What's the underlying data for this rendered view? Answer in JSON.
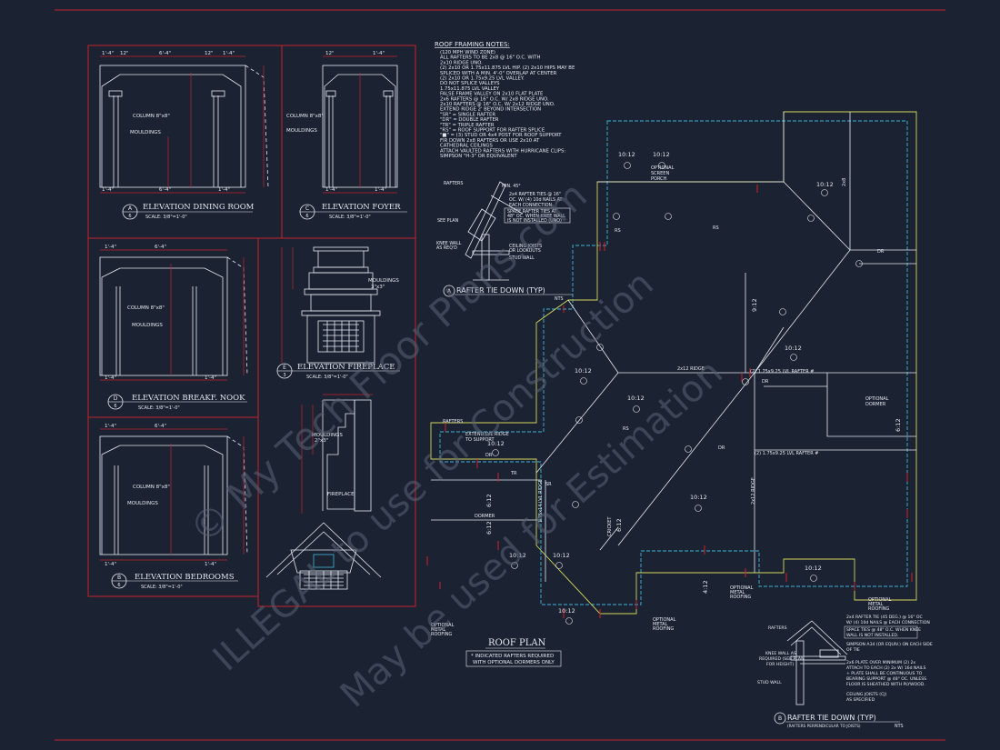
{
  "colors": {
    "background": "#1b2333",
    "border_red": "#c4202b",
    "line_white": "#e6e8ee",
    "line_yellow": "#d6d45a",
    "line_cyan": "#3fb6d8",
    "watermark": "#5a6275"
  },
  "watermark": {
    "line1": "© My Tech Floor Plans.com",
    "line2": "ILLEGAL to use for Construction",
    "line3": "May be used for Estimation"
  },
  "elevations": {
    "dining": {
      "tag": "A",
      "sheet": "6",
      "title": "ELEVATION DINING ROOM",
      "scale": "SCALE: 3/8\"=1'-0\""
    },
    "foyer": {
      "tag": "C",
      "sheet": "6",
      "title": "ELEVATION FOYER",
      "scale": "SCALE: 3/8\"=1'-0\""
    },
    "breakfast": {
      "tag": "D",
      "sheet": "6",
      "title": "ELEVATION BREAKF. NOOK",
      "scale": "SCALE: 3/8\"=1'-0\""
    },
    "fireplace": {
      "tag": "E",
      "sheet": "3",
      "title": "ELEVATION FIREPLACE",
      "scale": "SCALE: 3/8\"=1'-0\""
    },
    "bedrooms": {
      "tag": "B",
      "sheet": "6",
      "title": "ELEVATION BEDROOMS",
      "scale": "SCALE: 3/8\"=1'-0\""
    }
  },
  "elevation_labels": {
    "column": "COLUMN 8\"x8\"",
    "mouldings": "MOULDINGS",
    "mouldings_size": "3\"x3\"",
    "mouldings_size2": "2\"x3\"",
    "fireplace": "FIREPLACE",
    "dim_top": [
      "1'-4\"",
      "12\"",
      "6'-4\"",
      "12\"",
      "1'-4\""
    ],
    "dim_bottom": [
      "1'-4\"",
      "6'-4\"",
      "1'-4\""
    ]
  },
  "roof_notes": {
    "heading": "ROOF FRAMING NOTES:",
    "lines": [
      "(120 MPH WIND ZONE)",
      "ALL RAFTERS TO BE 2x8 @ 16\" O.C. WITH",
      "2x10 RIDGE UNO.",
      "(2) 2x10 OR 1.75x11.875 LVL HIP. (2) 2x10 HIPS MAY BE",
      "SPLICED WITH A MIN. 4'-0\" OVERLAP AT CENTER",
      "(2) 2x10 OR 1.75x9.25 LVL VALLEY.",
      "DO NOT SPLICE VALLEYS",
      "1.75x11.875 LVL VALLEY",
      "FALSE FRAME VALLEY ON 2x10 FLAT PLATE",
      "2x6 RAFTERS @ 16\" O.C. W/ 2x8 RIDGE UNO.",
      "2x10 RAFTERS @ 16\" O.C. W/ 2x12 RIDGE UNO.",
      "EXTEND RIDGE 2' BEYOND INTERSECTION",
      "\"SR\" = SINGLE RAFTER",
      "\"DR\" = DOUBLE RAFTER",
      "\"TR\" = TRIPLE RAFTER",
      "\"RS\" = ROOF SUPPORT FOR RAFTER SPLICE",
      "\"■\" = (3) STUD OR 4x4 POST FOR ROOF SUPPORT",
      "FIR DOWN 2x8 RAFTERS OR USE 2x10 AT",
      "CATHEDRAL CEILINGS",
      "ATTACH VAULTED RAFTERS WITH HURRICANE CLIPS:",
      "SIMPSON \"H-3\" OR EQUIVALENT"
    ]
  },
  "detail_a": {
    "title": "RAFTER TIE DOWN (TYP)",
    "scale": "NTS",
    "labels": [
      "RAFTERS",
      "MIN. 45°",
      "2x4 RAFTER TIES @ 16\"",
      "OC. W/ (4) 10d NAILS AT",
      "EACH CONNECTION",
      "SPACE RAFTER TIES AT",
      "48\" OC. WHEN KNEE WALL",
      "IS NOT INSTALLED (UNO)",
      "SEE PLAN",
      "KNEE WALL",
      "AS REQ'D",
      "CEILING JOISTS",
      "OR LOOKOUTS",
      "STUD WALL"
    ]
  },
  "detail_b": {
    "title": "RAFTER TIE DOWN (TYP)",
    "subtitle": "(RAFTERS PERPENDICULAR TO JOISTS)",
    "scale": "NTS",
    "labels": [
      "RAFTERS",
      "KNEE WALL AS",
      "REQUIRED (SEE PLAN",
      "FOR HEIGHT)",
      "STUD WALL",
      "2x4 RAFTER TIE (45 DEG.) @ 16\" OC",
      "W/ (4) 10d NAILS @ EACH CONNECTION",
      "SPACE TIES @ 48\" O.C. WHEN KNEE",
      "WALL IS NOT INSTALLED.",
      "SIMPSON A34 (OR EQUIV.) ON EACH SIDE",
      "OF TIE",
      "2x6 PLATE OVER MINIMUM (2) 2x",
      "ATTACH TO EACH (2) 2x W/ 16d NAILS",
      "+ PLATE SHALL BE CONTINUOUS TO",
      "BEARING SUPPORT @ 48\" OC. UNLESS",
      "FLOOR IS SHEATHED WITH PLYWOOD.",
      "CEILING JOISTS (CJ)",
      "AS SPECIFIED"
    ]
  },
  "roof_plan": {
    "title": "ROOF PLAN",
    "note_line1": "* INDICATED RAFTERS REQUIRED",
    "note_line2": "WITH OPTIONAL DORMERS ONLY",
    "pitches": [
      "10:12",
      "10:12",
      "10:12",
      "9:12",
      "10:12",
      "10:12",
      "6:12",
      "10:12",
      "10:12",
      "10:12",
      "6:12",
      "6:12",
      "4:12",
      "10:12",
      "10:12",
      "10:12",
      "10:12",
      "6:12"
    ],
    "labels": {
      "ridge": "2x12 RIDGE",
      "lvl_rafter1": "(2) 1.75x9.25 LVL RAFTER #",
      "lvl_rafter2": "(2) 1.75x9.25 LVL RAFTER #",
      "ridge_vertical": "2x12 RIDGE",
      "lvl_ridge": "1.75x14 LVL RIDGE",
      "extend": "EXTEND LVL RIDGE",
      "extend2": "TO SUPPORT",
      "cricket": "CRICKET",
      "dormer": "DORMER",
      "optional_dormer": "OPTIONAL",
      "optional_dormer2": "DORMER",
      "screen_porch1": "OPTIONAL",
      "screen_porch2": "SCREEN",
      "screen_porch3": "PORCH",
      "metal1": "OPTIONAL",
      "metal2": "METAL",
      "metal3": "ROOFING",
      "rafters": "RAFTERS",
      "dr": "DR",
      "rs": "RS",
      "tr": "TR",
      "sr": "SR",
      "rs2": "RS",
      "dr2": "DR",
      "dr3": "DR",
      "two_x8": "2x8"
    }
  }
}
